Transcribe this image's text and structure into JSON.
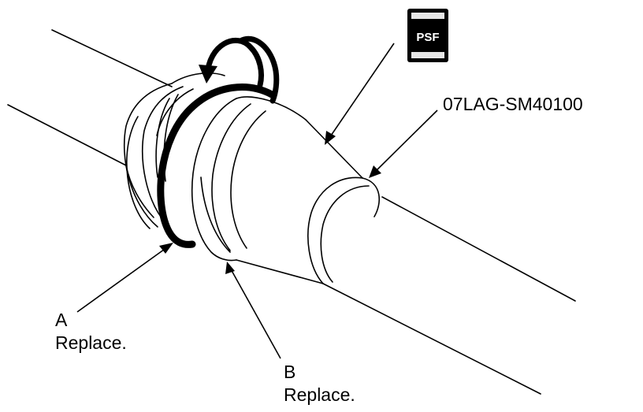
{
  "tool_label": "07LAG-SM40100",
  "badge_text": "PSF",
  "callouts": {
    "a": {
      "letter": "A",
      "note": "Replace."
    },
    "b": {
      "letter": "B",
      "note": "Replace."
    }
  },
  "colors": {
    "ink": "#000000",
    "paper": "#ffffff"
  }
}
